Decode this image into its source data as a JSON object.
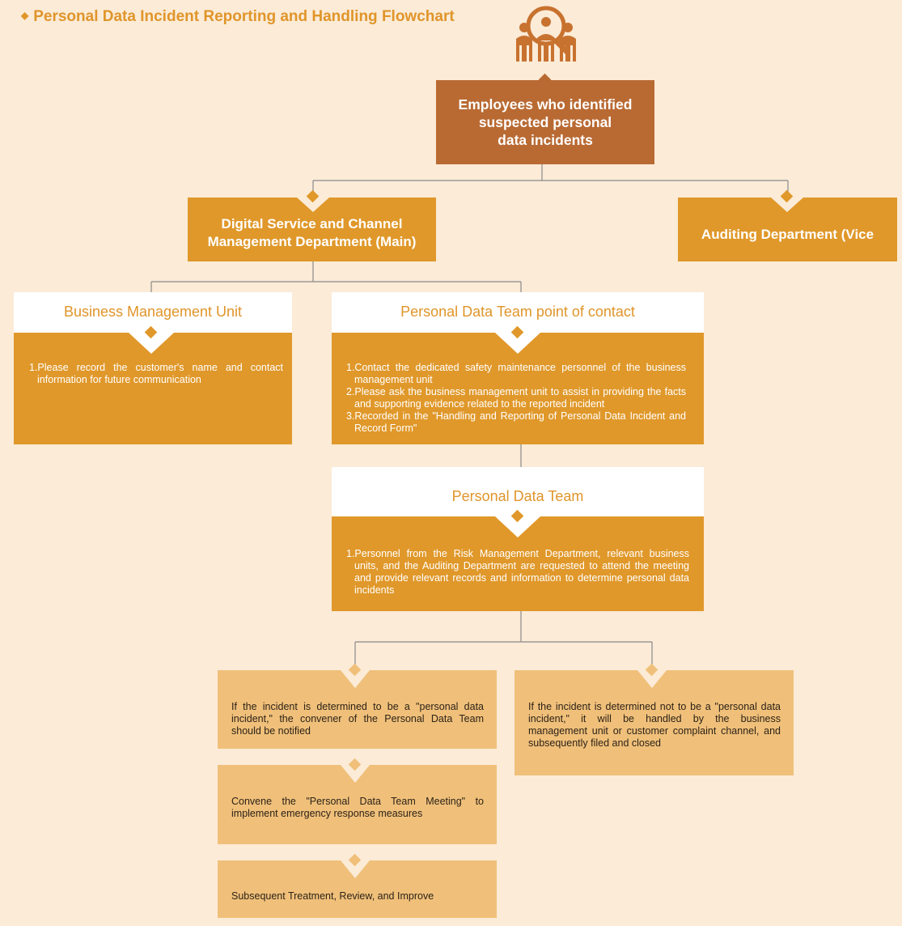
{
  "title": "Personal Data Incident Reporting and Handling Flowchart",
  "icon": "person-search-icon",
  "colors": {
    "background": "#fbebd7",
    "dark": "#b96a33",
    "mid": "#e0982a",
    "light": "#f0c07a",
    "title": "#e0952a"
  },
  "nodes": {
    "employees": {
      "line1": "Employees who identified",
      "line2": "suspected personal",
      "line3": "data incidents"
    },
    "digital": {
      "line1": "Digital Service and Channel",
      "line2": "Management Department (Main)"
    },
    "auditing": {
      "label": "Auditing Department (Vice"
    },
    "business_unit": {
      "header": "Business Management Unit",
      "items": [
        "1.Please record the customer's name and contact information for future communication"
      ]
    },
    "contact": {
      "header": "Personal Data Team point of contact",
      "items": [
        "1.Contact the dedicated safety maintenance personnel of the business management unit",
        "2.Please ask the business management unit to assist in providing the facts and supporting evidence related to the reported incident",
        "3.Recorded in the \"Handling and Reporting of Personal Data Incident and Record Form\""
      ]
    },
    "team": {
      "header": "Personal Data Team",
      "items": [
        "1.Personnel from the Risk Management Department, relevant business units, and the Auditing Department are requested to attend the meeting and provide relevant records and information to determine personal data incidents"
      ]
    },
    "is_incident": "If the incident is determined to be a \"personal data incident,\" the convener of the Personal Data Team should be notified",
    "not_incident": "If the incident is determined not to be a \"personal data incident,\" it will be handled by the business management unit or customer complaint channel, and subsequently filed and closed",
    "convene": "Convene the \"Personal Data Team Meeting\" to implement emergency response measures",
    "subsequent": "Subsequent Treatment, Review, and Improve"
  }
}
